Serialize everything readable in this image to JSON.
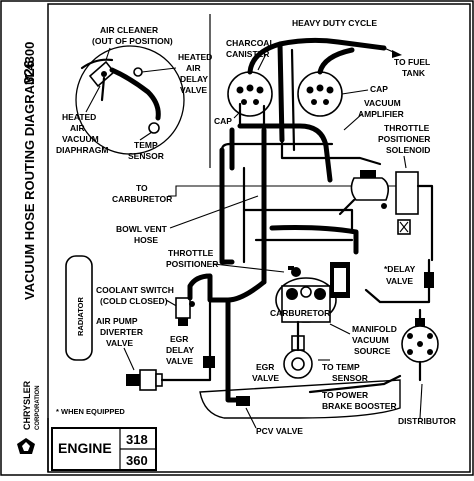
{
  "side_title": "VACUUM HOSE ROUTING DIAGRAM 4300",
  "side_number": "326",
  "brand": {
    "name": "CHRYSLER",
    "sub": "CORPORATION"
  },
  "engine": {
    "label": "ENGINE",
    "numbers": [
      "318",
      "360"
    ]
  },
  "note": "* WHEN EQUIPPED",
  "radiator_label": "RADIATOR",
  "labels": {
    "air_cleaner_1": "AIR CLEANER",
    "air_cleaner_2": "(OUT OF POSITION)",
    "heavy_duty": "HEAVY DUTY CYCLE",
    "charcoal_canister_1": "CHARCOAL",
    "charcoal_canister_2": "CANISTER",
    "heated_air_delay_1": "HEATED",
    "heated_air_delay_2": "AIR",
    "heated_air_delay_3": "DELAY",
    "heated_air_delay_4": "VALVE",
    "to_fuel_tank_1": "TO FUEL",
    "to_fuel_tank_2": "TANK",
    "cap_right": "CAP",
    "cap_left": "CAP",
    "vacuum_amplifier_1": "VACUUM",
    "vacuum_amplifier_2": "AMPLIFIER",
    "heated_air_vac_1": "HEATED",
    "heated_air_vac_2": "AIR",
    "heated_air_vac_3": "VACUUM",
    "heated_air_vac_4": "DIAPHRAGM",
    "temp_sensor_1": "TEMP",
    "temp_sensor_2": "SENSOR",
    "throttle_solenoid_1": "THROTTLE",
    "throttle_solenoid_2": "POSITIONER",
    "throttle_solenoid_3": "SOLENOID",
    "to_carburetor_1": "TO",
    "to_carburetor_2": "CARBURETOR",
    "bowl_vent_1": "BOWL VENT",
    "bowl_vent_2": "HOSE",
    "throttle_positioner_1": "THROTTLE",
    "throttle_positioner_2": "POSITIONER",
    "coolant_switch_1": "COOLANT SWITCH",
    "coolant_switch_2": "(COLD CLOSED)",
    "delay_valve_1": "*DELAY",
    "delay_valve_2": "VALVE",
    "air_pump_1": "AIR PUMP",
    "air_pump_2": "DIVERTER",
    "air_pump_3": "VALVE",
    "carburetor": "CARBURETOR",
    "manifold_1": "MANIFOLD",
    "manifold_2": "VACUUM",
    "manifold_3": "SOURCE",
    "egr_delay_1": "EGR",
    "egr_delay_2": "DELAY",
    "egr_delay_3": "VALVE",
    "egr_valve_1": "EGR",
    "egr_valve_2": "VALVE",
    "to_temp_1": "TO TEMP",
    "to_temp_2": "SENSOR",
    "to_power_1": "TO POWER",
    "to_power_2": "BRAKE BOOSTER",
    "distributor": "DISTRIBUTOR",
    "pcv_valve": "PCV VALVE"
  }
}
